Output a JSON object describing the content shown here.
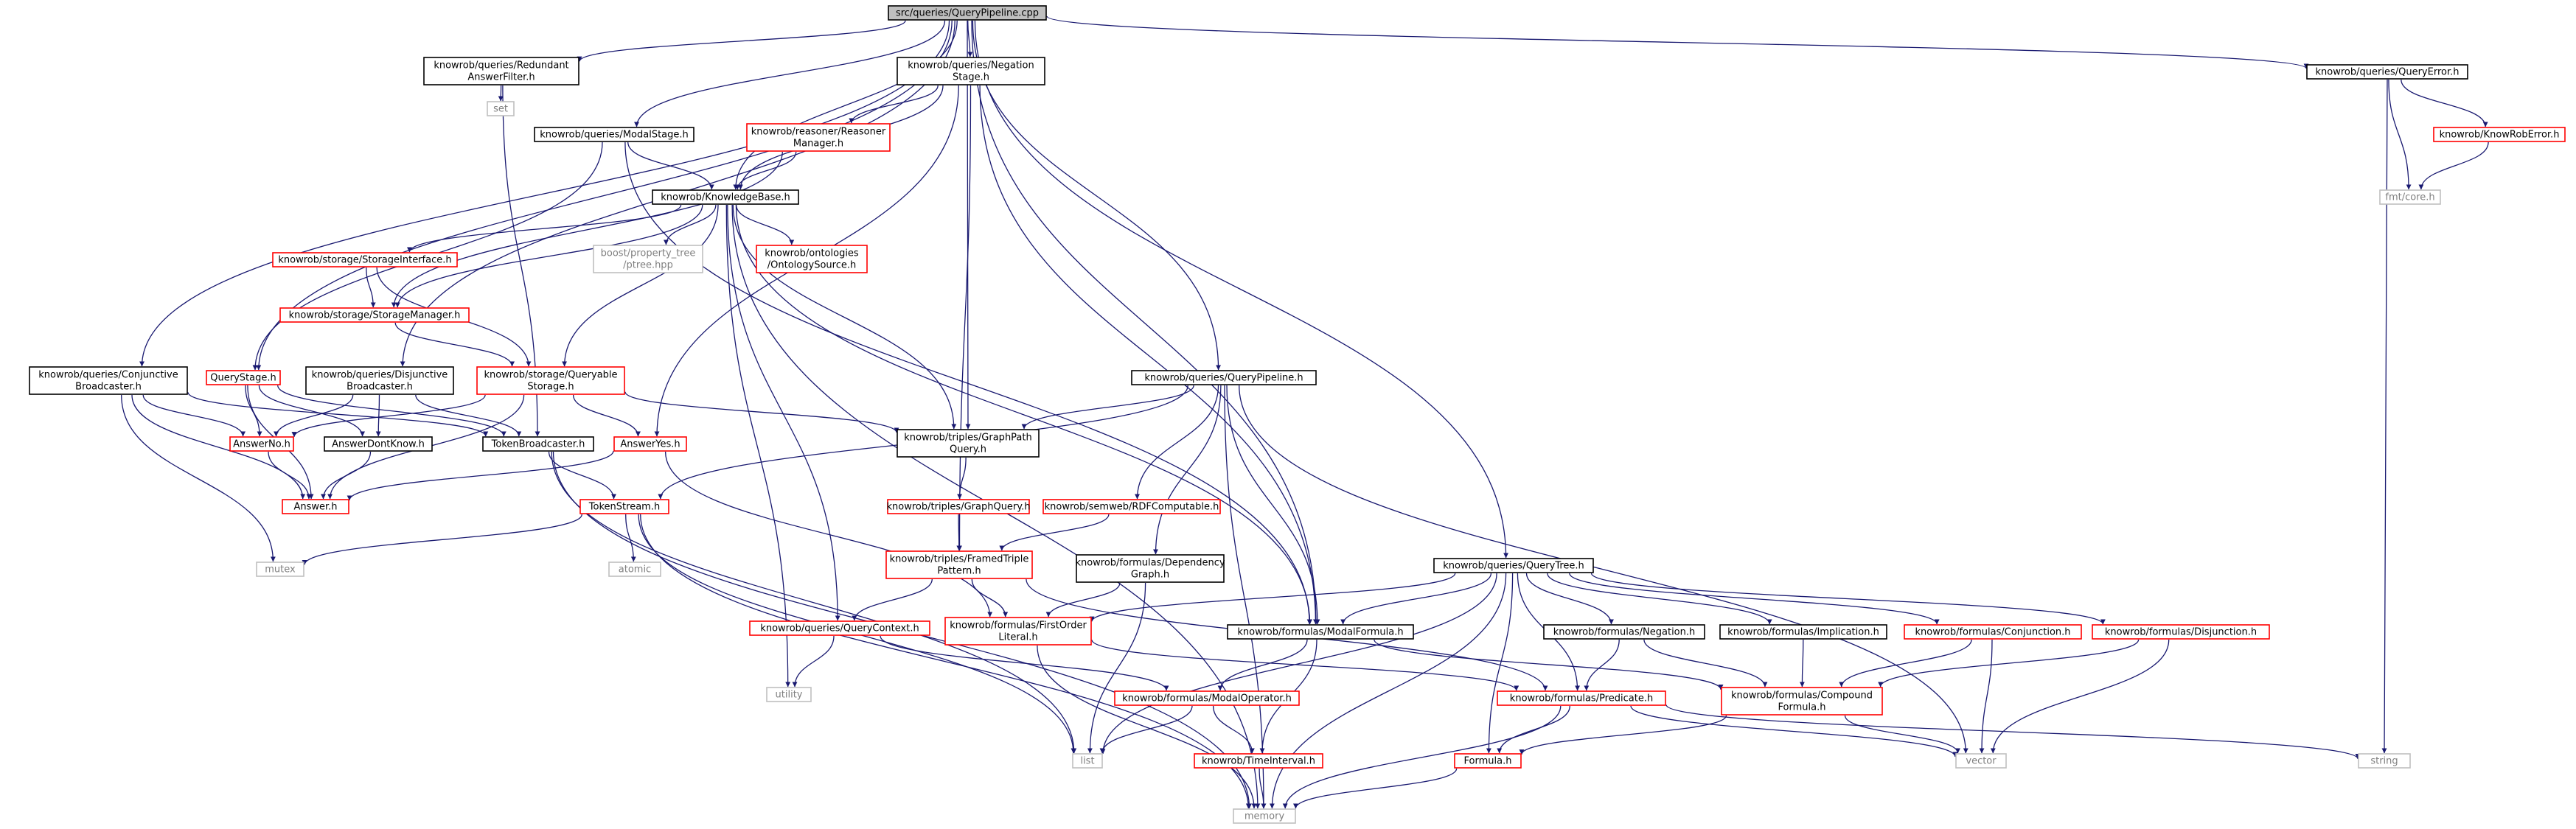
{
  "diagram": {
    "type": "include-dependency-graph",
    "colors": {
      "edge": "#191970",
      "root_fill": "#bfbfbf",
      "documented_border": "#000000",
      "undocumented_border": "#ff0000",
      "system_border": "#bfbfbf",
      "system_text": "#7f7f7f",
      "node_fill": "#ffffff"
    },
    "nodes": [
      {
        "id": "root",
        "lines": [
          "src/queries/QueryPipeline.cpp"
        ],
        "kind": "root"
      },
      {
        "id": "redundant",
        "lines": [
          "knowrob/queries/Redundant",
          "AnswerFilter.h"
        ],
        "kind": "documented"
      },
      {
        "id": "negstage",
        "lines": [
          "knowrob/queries/Negation",
          "Stage.h"
        ],
        "kind": "documented"
      },
      {
        "id": "queryerror",
        "lines": [
          "knowrob/queries/QueryError.h"
        ],
        "kind": "documented"
      },
      {
        "id": "set",
        "lines": [
          "set"
        ],
        "kind": "system"
      },
      {
        "id": "modalstage",
        "lines": [
          "knowrob/queries/ModalStage.h"
        ],
        "kind": "documented"
      },
      {
        "id": "reasonermgr",
        "lines": [
          "knowrob/reasoner/Reasoner",
          "Manager.h"
        ],
        "kind": "undocumented"
      },
      {
        "id": "knowrobbase",
        "lines": [
          "knowrob/KnowledgeBase.h"
        ],
        "kind": "documented"
      },
      {
        "id": "knowroberr",
        "lines": [
          "knowrob/KnowRobError.h"
        ],
        "kind": "undocumented"
      },
      {
        "id": "fmtcore",
        "lines": [
          "fmt/core.h"
        ],
        "kind": "system"
      },
      {
        "id": "storageif",
        "lines": [
          "knowrob/storage/StorageInterface.h"
        ],
        "kind": "undocumented"
      },
      {
        "id": "ptree",
        "lines": [
          "boost/property_tree",
          "/ptree.hpp"
        ],
        "kind": "system"
      },
      {
        "id": "ontosrc",
        "lines": [
          "knowrob/ontologies",
          "/OntologySource.h"
        ],
        "kind": "undocumented"
      },
      {
        "id": "storagemgr",
        "lines": [
          "knowrob/storage/StorageManager.h"
        ],
        "kind": "undocumented"
      },
      {
        "id": "conjbc",
        "lines": [
          "knowrob/queries/Conjunctive",
          "Broadcaster.h"
        ],
        "kind": "documented"
      },
      {
        "id": "querystage",
        "lines": [
          "QueryStage.h"
        ],
        "kind": "undocumented"
      },
      {
        "id": "disjbc",
        "lines": [
          "knowrob/queries/Disjunctive",
          "Broadcaster.h"
        ],
        "kind": "documented"
      },
      {
        "id": "queryable",
        "lines": [
          "knowrob/storage/Queryable",
          "Storage.h"
        ],
        "kind": "undocumented"
      },
      {
        "id": "querypipeh",
        "lines": [
          "knowrob/queries/QueryPipeline.h"
        ],
        "kind": "documented"
      },
      {
        "id": "answerno",
        "lines": [
          "AnswerNo.h"
        ],
        "kind": "undocumented"
      },
      {
        "id": "answerdk",
        "lines": [
          "AnswerDontKnow.h"
        ],
        "kind": "documented"
      },
      {
        "id": "tokenbc",
        "lines": [
          "TokenBroadcaster.h"
        ],
        "kind": "documented"
      },
      {
        "id": "answeryes",
        "lines": [
          "AnswerYes.h"
        ],
        "kind": "undocumented"
      },
      {
        "id": "graphpath",
        "lines": [
          "knowrob/triples/GraphPath",
          "Query.h"
        ],
        "kind": "documented"
      },
      {
        "id": "answer",
        "lines": [
          "Answer.h"
        ],
        "kind": "undocumented"
      },
      {
        "id": "tokenstream",
        "lines": [
          "TokenStream.h"
        ],
        "kind": "undocumented"
      },
      {
        "id": "graphquery",
        "lines": [
          "knowrob/triples/GraphQuery.h"
        ],
        "kind": "undocumented"
      },
      {
        "id": "rdfcomp",
        "lines": [
          "knowrob/semweb/RDFComputable.h"
        ],
        "kind": "undocumented"
      },
      {
        "id": "mutex",
        "lines": [
          "mutex"
        ],
        "kind": "system"
      },
      {
        "id": "atomic",
        "lines": [
          "atomic"
        ],
        "kind": "system"
      },
      {
        "id": "framed",
        "lines": [
          "knowrob/triples/FramedTriple",
          "Pattern.h"
        ],
        "kind": "undocumented"
      },
      {
        "id": "depgraph",
        "lines": [
          "knowrob/formulas/Dependency",
          "Graph.h"
        ],
        "kind": "documented"
      },
      {
        "id": "querytree",
        "lines": [
          "knowrob/queries/QueryTree.h"
        ],
        "kind": "documented"
      },
      {
        "id": "querycontext",
        "lines": [
          "knowrob/queries/QueryContext.h"
        ],
        "kind": "undocumented"
      },
      {
        "id": "fol",
        "lines": [
          "knowrob/formulas/FirstOrder",
          "Literal.h"
        ],
        "kind": "undocumented"
      },
      {
        "id": "modalformula",
        "lines": [
          "knowrob/formulas/ModalFormula.h"
        ],
        "kind": "documented"
      },
      {
        "id": "negation",
        "lines": [
          "knowrob/formulas/Negation.h"
        ],
        "kind": "documented"
      },
      {
        "id": "implication",
        "lines": [
          "knowrob/formulas/Implication.h"
        ],
        "kind": "documented"
      },
      {
        "id": "conjunction",
        "lines": [
          "knowrob/formulas/Conjunction.h"
        ],
        "kind": "undocumented"
      },
      {
        "id": "disjunction",
        "lines": [
          "knowrob/formulas/Disjunction.h"
        ],
        "kind": "undocumented"
      },
      {
        "id": "utility",
        "lines": [
          "utility"
        ],
        "kind": "system"
      },
      {
        "id": "modaloperator",
        "lines": [
          "knowrob/formulas/ModalOperator.h"
        ],
        "kind": "undocumented"
      },
      {
        "id": "predicate",
        "lines": [
          "knowrob/formulas/Predicate.h"
        ],
        "kind": "undocumented"
      },
      {
        "id": "compound",
        "lines": [
          "knowrob/formulas/Compound",
          "Formula.h"
        ],
        "kind": "undocumented"
      },
      {
        "id": "list",
        "lines": [
          "list"
        ],
        "kind": "system"
      },
      {
        "id": "timeinterval",
        "lines": [
          "knowrob/TimeInterval.h"
        ],
        "kind": "undocumented"
      },
      {
        "id": "formula",
        "lines": [
          "Formula.h"
        ],
        "kind": "undocumented"
      },
      {
        "id": "vector",
        "lines": [
          "vector"
        ],
        "kind": "system"
      },
      {
        "id": "string",
        "lines": [
          "string"
        ],
        "kind": "system"
      },
      {
        "id": "memory",
        "lines": [
          "memory"
        ],
        "kind": "system"
      }
    ],
    "edges": [
      [
        "root",
        "redundant"
      ],
      [
        "root",
        "negstage"
      ],
      [
        "root",
        "queryerror"
      ],
      [
        "root",
        "modalstage"
      ],
      [
        "root",
        "knowrobbase"
      ],
      [
        "root",
        "conjbc"
      ],
      [
        "root",
        "disjbc"
      ],
      [
        "root",
        "querystage"
      ],
      [
        "root",
        "graphpath"
      ],
      [
        "root",
        "querypipeh"
      ],
      [
        "root",
        "modalformula"
      ],
      [
        "root",
        "querytree"
      ],
      [
        "redundant",
        "set"
      ],
      [
        "redundant",
        "tokenbc"
      ],
      [
        "negstage",
        "reasonermgr"
      ],
      [
        "negstage",
        "knowrobbase"
      ],
      [
        "negstage",
        "answeryes"
      ],
      [
        "negstage",
        "framed"
      ],
      [
        "negstage",
        "modalformula"
      ],
      [
        "queryerror",
        "knowroberr"
      ],
      [
        "queryerror",
        "fmtcore"
      ],
      [
        "queryerror",
        "string"
      ],
      [
        "knowroberr",
        "fmtcore"
      ],
      [
        "modalstage",
        "knowrobbase"
      ],
      [
        "modalstage",
        "querystage"
      ],
      [
        "modalstage",
        "modalformula"
      ],
      [
        "reasonermgr",
        "knowrobbase"
      ],
      [
        "reasonermgr",
        "storagemgr"
      ],
      [
        "knowrobbase",
        "storageif"
      ],
      [
        "knowrobbase",
        "storagemgr"
      ],
      [
        "knowrobbase",
        "ptree"
      ],
      [
        "knowrobbase",
        "ontosrc"
      ],
      [
        "knowrobbase",
        "queryable"
      ],
      [
        "knowrobbase",
        "graphpath"
      ],
      [
        "knowrobbase",
        "querycontext"
      ],
      [
        "knowrobbase",
        "modalformula"
      ],
      [
        "knowrobbase",
        "utility"
      ],
      [
        "knowrobbase",
        "memory"
      ],
      [
        "storageif",
        "storagemgr"
      ],
      [
        "storageif",
        "queryable"
      ],
      [
        "storagemgr",
        "queryable"
      ],
      [
        "queryable",
        "answerno"
      ],
      [
        "queryable",
        "answeryes"
      ],
      [
        "queryable",
        "answer"
      ],
      [
        "queryable",
        "graphpath"
      ],
      [
        "conjbc",
        "answerno"
      ],
      [
        "conjbc",
        "tokenbc"
      ],
      [
        "conjbc",
        "answer"
      ],
      [
        "conjbc",
        "mutex"
      ],
      [
        "querystage",
        "answerno"
      ],
      [
        "querystage",
        "answerdk"
      ],
      [
        "querystage",
        "answer"
      ],
      [
        "querystage",
        "tokenbc"
      ],
      [
        "disjbc",
        "answerno"
      ],
      [
        "disjbc",
        "answerdk"
      ],
      [
        "disjbc",
        "tokenbc"
      ],
      [
        "answerno",
        "answer"
      ],
      [
        "answerdk",
        "answer"
      ],
      [
        "answeryes",
        "answer"
      ],
      [
        "answeryes",
        "fol"
      ],
      [
        "tokenbc",
        "tokenstream"
      ],
      [
        "tokenbc",
        "list"
      ],
      [
        "tokenbc",
        "memory"
      ],
      [
        "tokenstream",
        "mutex"
      ],
      [
        "tokenstream",
        "atomic"
      ],
      [
        "tokenstream",
        "list"
      ],
      [
        "tokenstream",
        "memory"
      ],
      [
        "querypipeh",
        "graphpath"
      ],
      [
        "querypipeh",
        "tokenstream"
      ],
      [
        "querypipeh",
        "rdfcomp"
      ],
      [
        "querypipeh",
        "depgraph"
      ],
      [
        "querypipeh",
        "modalformula"
      ],
      [
        "querypipeh",
        "memory"
      ],
      [
        "querypipeh",
        "vector"
      ],
      [
        "graphpath",
        "graphquery"
      ],
      [
        "graphquery",
        "framed"
      ],
      [
        "rdfcomp",
        "framed"
      ],
      [
        "framed",
        "querycontext"
      ],
      [
        "framed",
        "fol"
      ],
      [
        "framed",
        "predicate"
      ],
      [
        "depgraph",
        "fol"
      ],
      [
        "depgraph",
        "list"
      ],
      [
        "querycontext",
        "utility"
      ],
      [
        "querycontext",
        "modaloperator"
      ],
      [
        "fol",
        "predicate"
      ],
      [
        "fol",
        "memory"
      ],
      [
        "modalformula",
        "modaloperator"
      ],
      [
        "modalformula",
        "compound"
      ],
      [
        "modalformula",
        "timeinterval"
      ],
      [
        "modaloperator",
        "timeinterval"
      ],
      [
        "modaloperator",
        "list"
      ],
      [
        "querytree",
        "fol"
      ],
      [
        "querytree",
        "modalformula"
      ],
      [
        "querytree",
        "negation"
      ],
      [
        "querytree",
        "implication"
      ],
      [
        "querytree",
        "conjunction"
      ],
      [
        "querytree",
        "disjunction"
      ],
      [
        "querytree",
        "predicate"
      ],
      [
        "querytree",
        "formula"
      ],
      [
        "querytree",
        "list"
      ],
      [
        "querytree",
        "memory"
      ],
      [
        "negation",
        "predicate"
      ],
      [
        "negation",
        "compound"
      ],
      [
        "implication",
        "compound"
      ],
      [
        "conjunction",
        "compound"
      ],
      [
        "conjunction",
        "vector"
      ],
      [
        "disjunction",
        "compound"
      ],
      [
        "disjunction",
        "vector"
      ],
      [
        "compound",
        "formula"
      ],
      [
        "compound",
        "vector"
      ],
      [
        "predicate",
        "formula"
      ],
      [
        "predicate",
        "vector"
      ],
      [
        "predicate",
        "memory"
      ],
      [
        "predicate",
        "string"
      ],
      [
        "formula",
        "memory"
      ],
      [
        "timeinterval",
        "memory"
      ]
    ]
  }
}
